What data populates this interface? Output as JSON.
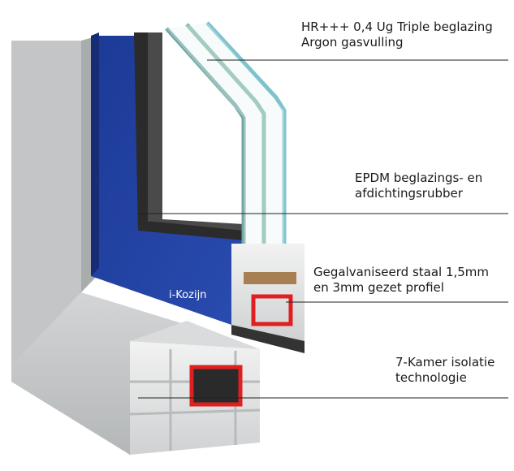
{
  "brand": {
    "watermark": "i-Kozijn"
  },
  "annotations": [
    {
      "id": "glazing",
      "lines": [
        "HR+++ 0,4 Ug Triple beglazing",
        "Argon gasvulling"
      ]
    },
    {
      "id": "epdm",
      "lines": [
        "EPDM beglazings- en",
        "afdichtingsrubber"
      ]
    },
    {
      "id": "steel",
      "lines": [
        "Gegalvaniseerd staal 1,5mm",
        "en 3mm gezet profiel"
      ]
    },
    {
      "id": "chamber",
      "lines": [
        "7-Kamer isolatie",
        "technologie"
      ]
    }
  ],
  "colors": {
    "sash_blue": "#1f3f9e",
    "frame_gray": "#c9cbcc",
    "glass": "#6fb8c6",
    "steel_red": "#e02020",
    "rubber": "#2b2b2b"
  }
}
